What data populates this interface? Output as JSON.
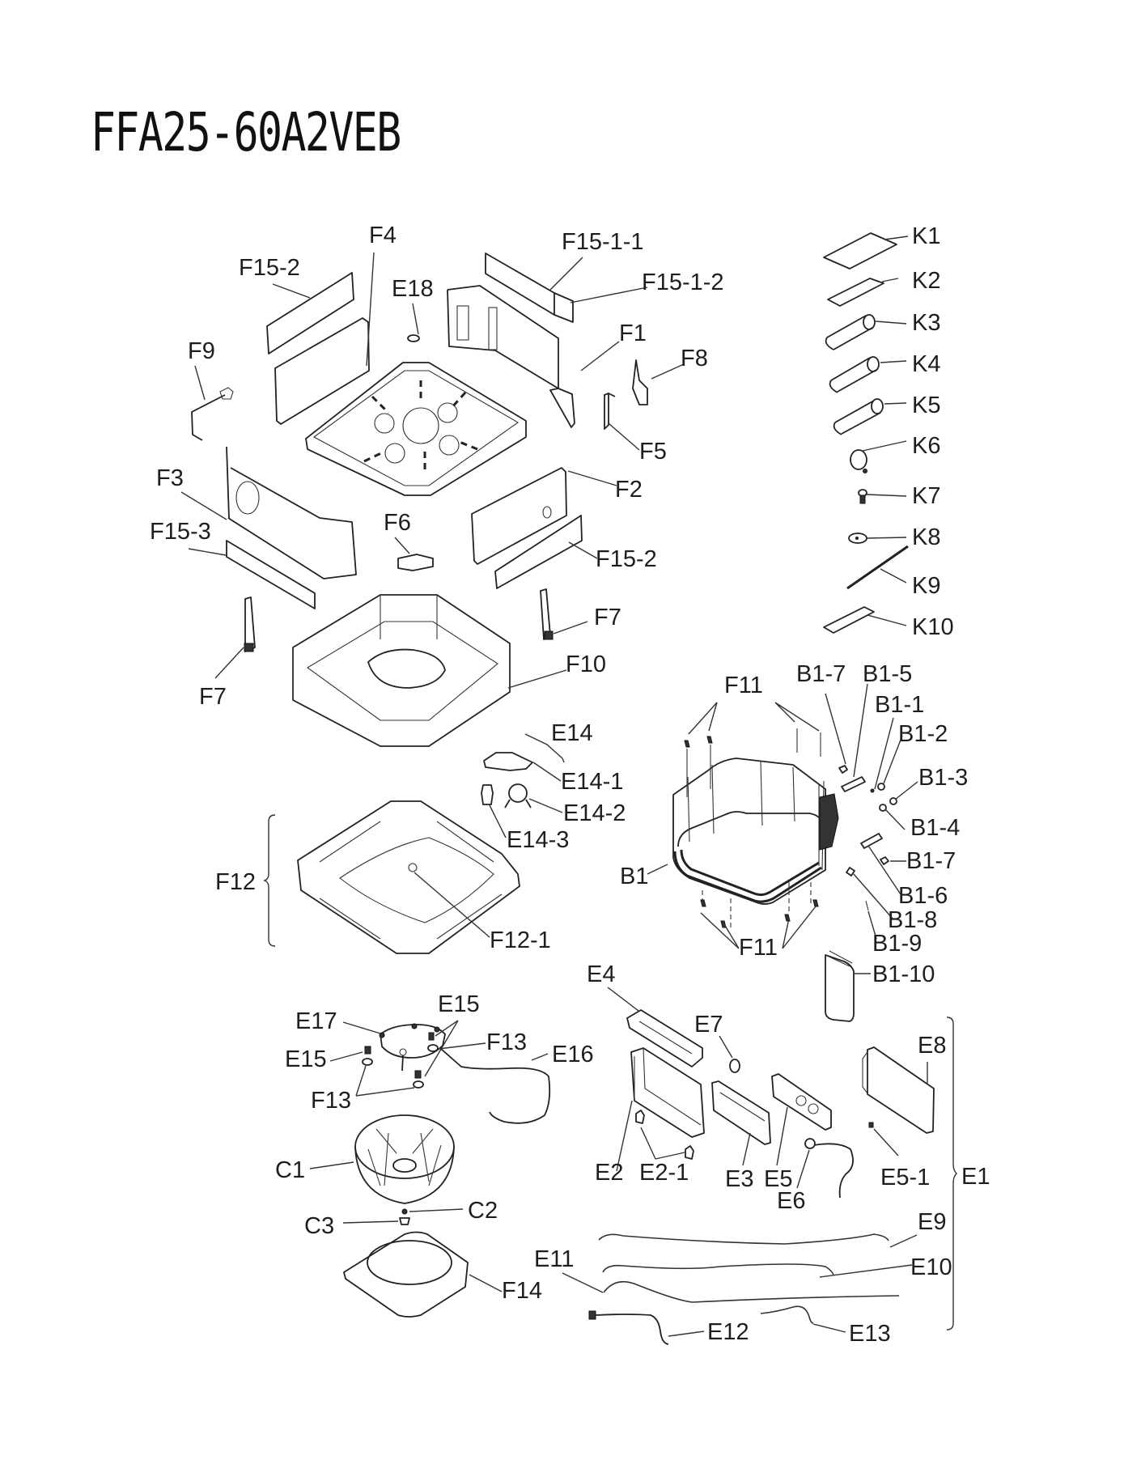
{
  "title": "FFA25-60A2VEB",
  "labels": {
    "F15_1_1": "F15-1-1",
    "F15_1_2": "F15-1-2",
    "F15_2_top": "F15-2",
    "F15_2_right": "F15-2",
    "F15_3": "F15-3",
    "F4": "F4",
    "E18": "E18",
    "F1": "F1",
    "F8": "F8",
    "F9": "F9",
    "F5": "F5",
    "F3": "F3",
    "F2": "F2",
    "F6": "F6",
    "F7_left": "F7",
    "F7_right": "F7",
    "F10": "F10",
    "E14": "E14",
    "E14_1": "E14-1",
    "E14_2": "E14-2",
    "E14_3": "E14-3",
    "F12": "F12",
    "F12_1": "F12-1",
    "K1": "K1",
    "K2": "K2",
    "K3": "K3",
    "K4": "K4",
    "K5": "K5",
    "K6": "K6",
    "K7": "K7",
    "K8": "K8",
    "K9": "K9",
    "K10": "K10",
    "F11_top": "F11",
    "F11_bottom": "F11",
    "B1": "B1",
    "B1_7_top": "B1-7",
    "B1_5": "B1-5",
    "B1_1": "B1-1",
    "B1_2": "B1-2",
    "B1_3": "B1-3",
    "B1_4": "B1-4",
    "B1_7_bottom": "B1-7",
    "B1_6": "B1-6",
    "B1_8": "B1-8",
    "B1_9": "B1-9",
    "B1_10": "B1-10",
    "E4": "E4",
    "E7": "E7",
    "E8": "E8",
    "E2": "E2",
    "E2_1": "E2-1",
    "E3": "E3",
    "E5": "E5",
    "E6": "E6",
    "E5_1": "E5-1",
    "E1": "E1",
    "E9": "E9",
    "E10": "E10",
    "E11": "E11",
    "E12": "E12",
    "E13": "E13",
    "E17": "E17",
    "E15_top": "E15",
    "E15_left": "E15",
    "F13_right": "F13",
    "F13_left": "F13",
    "E16": "E16",
    "C1": "C1",
    "C2": "C2",
    "C3": "C3",
    "F14": "F14"
  }
}
